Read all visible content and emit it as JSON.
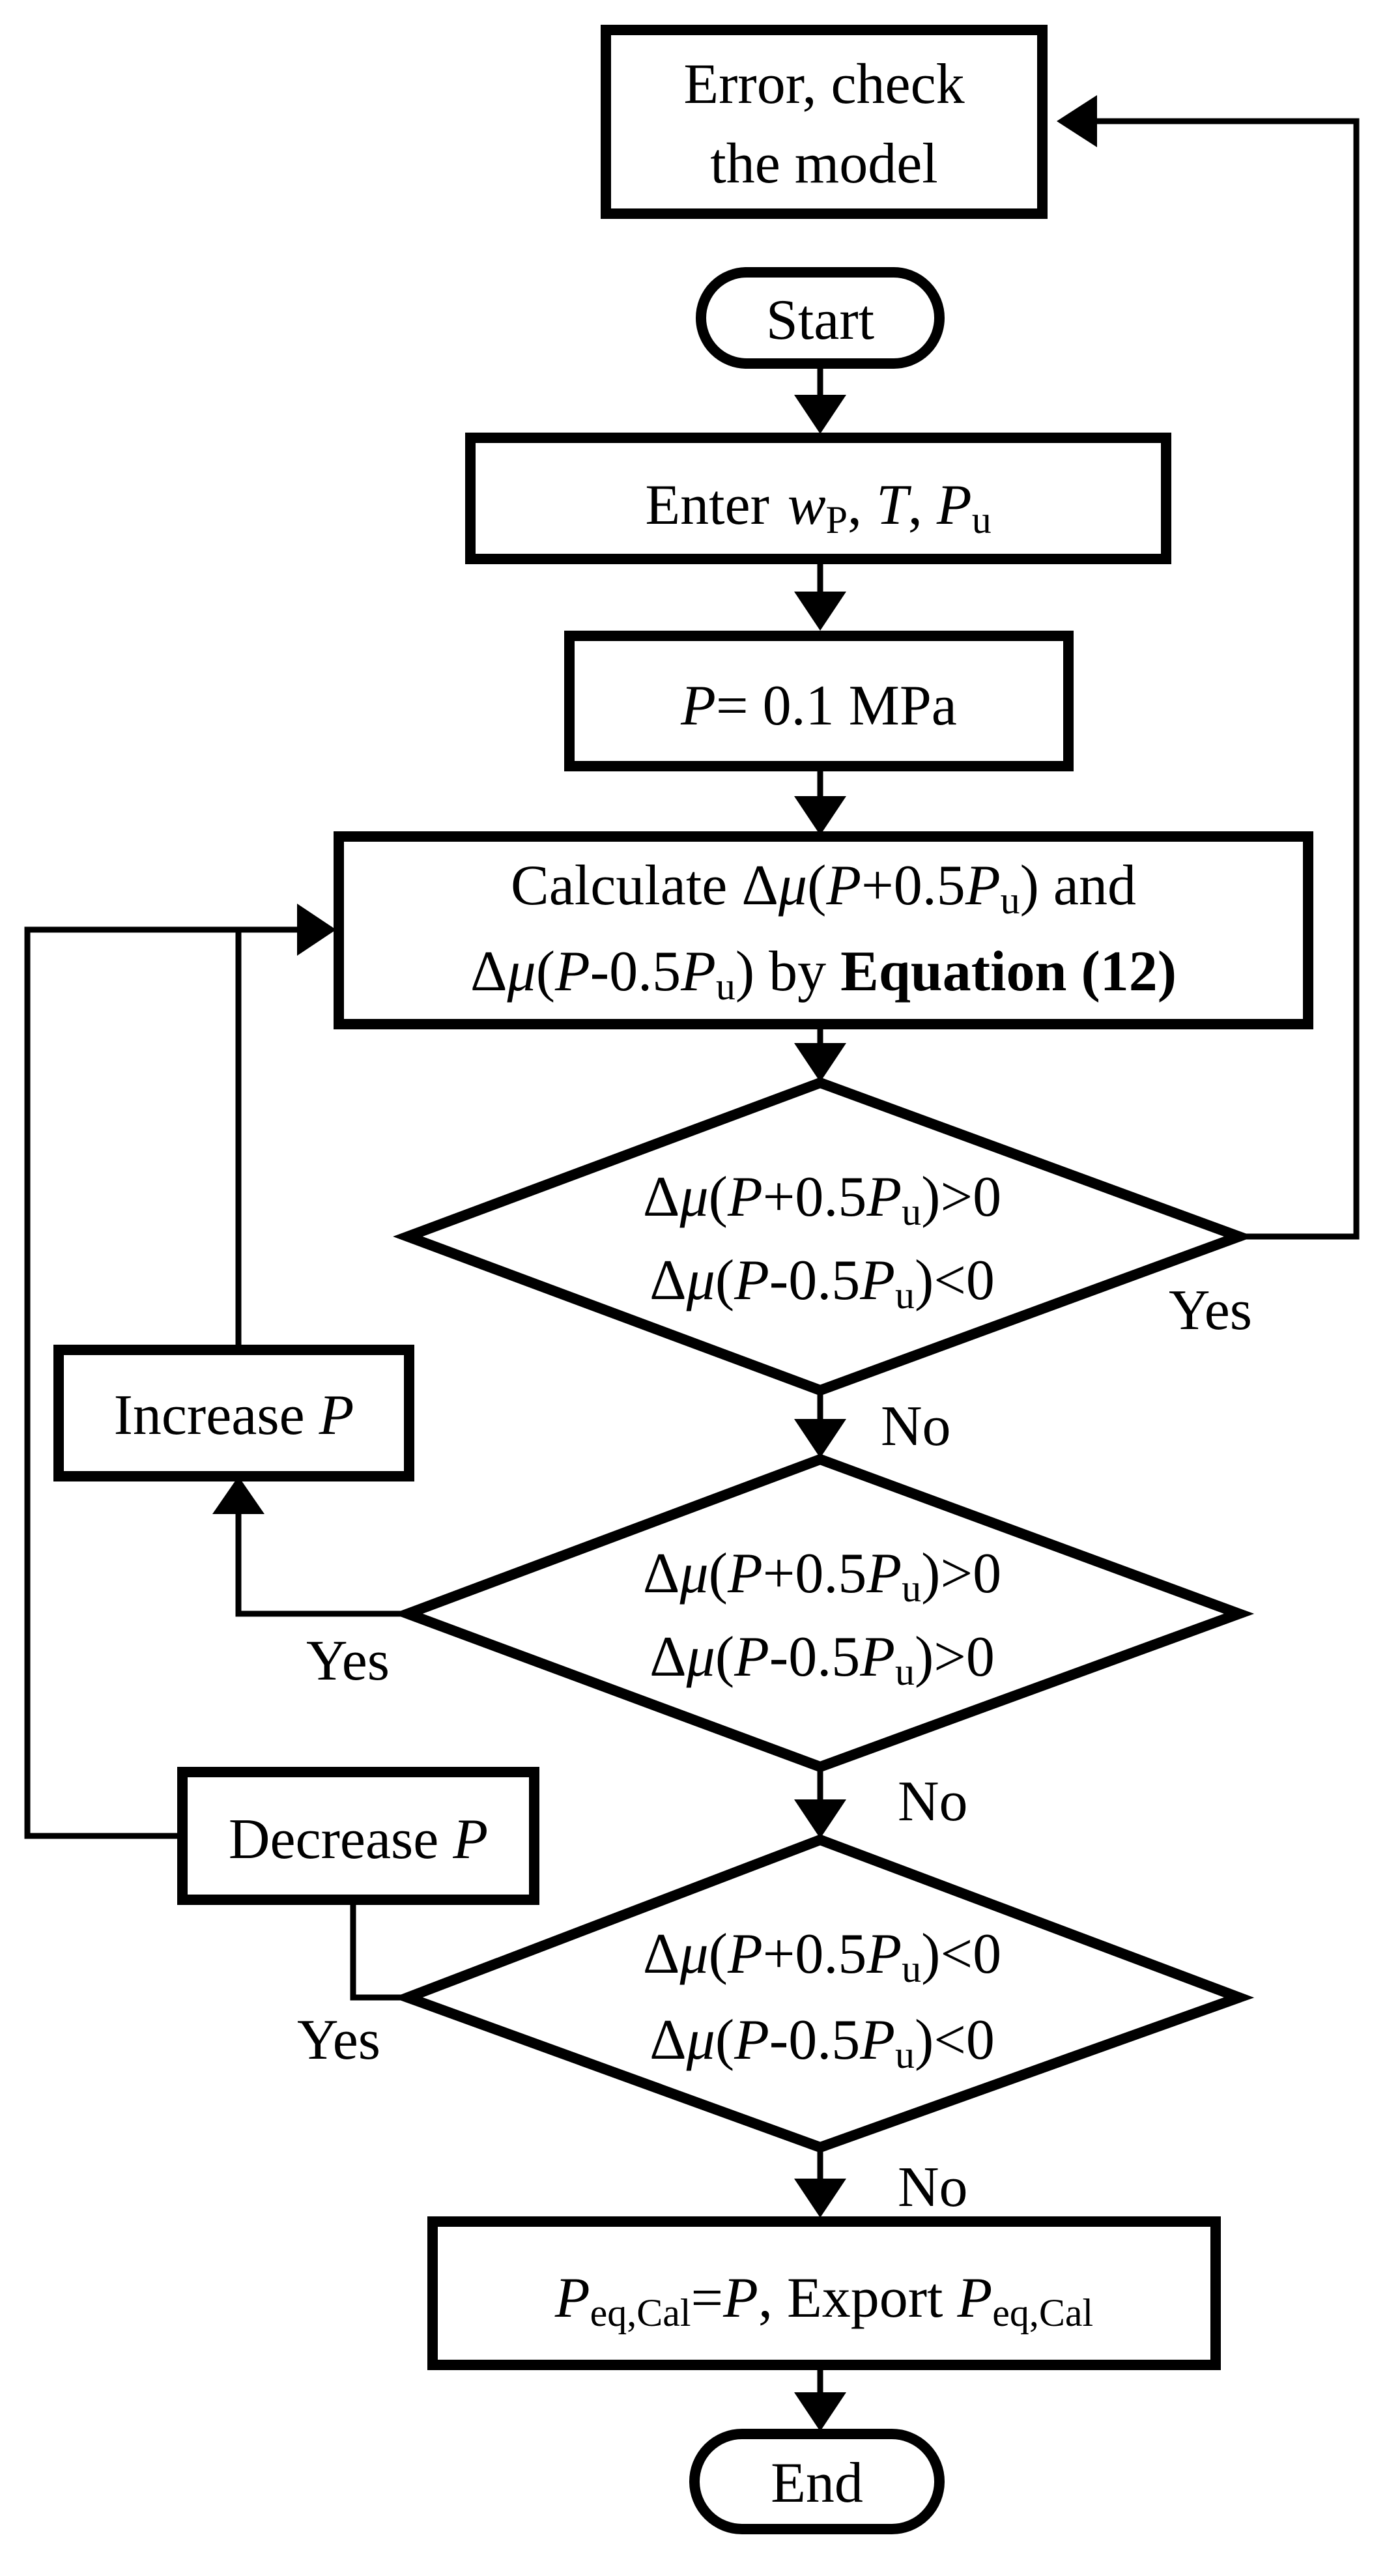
{
  "nodes": {
    "error": {
      "line1": "Error, check",
      "line2": "the model"
    },
    "start": {
      "label": "Start"
    },
    "enter": {
      "prefix": "Enter",
      "w": "w",
      "w_sub": "P",
      "sep1": ", ",
      "T": "T",
      "sep2": ", ",
      "P": "P",
      "P_sub": "u"
    },
    "init": {
      "P": "P",
      "rest": "= 0.1 MPa"
    },
    "calculate": {
      "line1": {
        "pre": "Calculate Δ",
        "mu": "μ",
        "open": "(",
        "P1": "P",
        "mid": "+0.5",
        "P2": "P",
        "sub": "u",
        "post": ") and"
      },
      "line2": {
        "pre": "Δ",
        "mu": "μ",
        "open": "(",
        "P1": "P",
        "mid": "-0.5",
        "P2": "P",
        "sub": "u",
        "post": ") by ",
        "bold": "Equation (12)"
      }
    },
    "check1": {
      "line1": {
        "pre": "Δ",
        "mu": "μ",
        "open": "(",
        "P1": "P",
        "mid": "+0.5",
        "P2": "P",
        "sub": "u",
        "post": ")>0"
      },
      "line2": {
        "pre": "Δ",
        "mu": "μ",
        "open": "(",
        "P1": "P",
        "mid": "-0.5",
        "P2": "P",
        "sub": "u",
        "post": ")<0"
      }
    },
    "check2": {
      "line1": {
        "pre": "Δ",
        "mu": "μ",
        "open": "(",
        "P1": "P",
        "mid": "+0.5",
        "P2": "P",
        "sub": "u",
        "post": ")>0"
      },
      "line2": {
        "pre": "Δ",
        "mu": "μ",
        "open": "(",
        "P1": "P",
        "mid": "-0.5",
        "P2": "P",
        "sub": "u",
        "post": ")>0"
      }
    },
    "check3": {
      "line1": {
        "pre": "Δ",
        "mu": "μ",
        "open": "(",
        "P1": "P",
        "mid": "+0.5",
        "P2": "P",
        "sub": "u",
        "post": ")<0"
      },
      "line2": {
        "pre": "Δ",
        "mu": "μ",
        "open": "(",
        "P1": "P",
        "mid": "-0.5",
        "P2": "P",
        "sub": "u",
        "post": ")<0"
      }
    },
    "increase": {
      "label": "Increase ",
      "P": "P"
    },
    "decrease": {
      "label": "Decrease ",
      "P": "P"
    },
    "export": {
      "P1": "P",
      "sub1": "eq,Cal",
      "mid": "=",
      "P2": "P",
      "text": ", Export ",
      "P3": "P",
      "sub2": "eq,Cal"
    },
    "end": {
      "label": "End"
    }
  },
  "edge_labels": {
    "check1_yes": "Yes",
    "check1_no": "No",
    "check2_yes": "Yes",
    "check2_no": "No",
    "check3_yes": "Yes",
    "check3_no": "No"
  }
}
